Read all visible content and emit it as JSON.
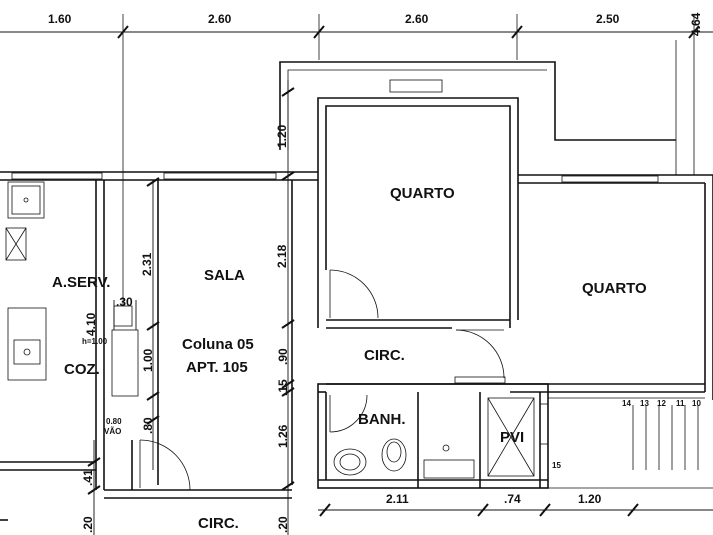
{
  "rooms": {
    "quarto_1": "QUARTO",
    "quarto_2": "QUARTO",
    "sala": "SALA",
    "aserv": "A.SERV.",
    "coz": "COZ.",
    "circ_inner": "CIRC.",
    "circ_bottom": "CIRC.",
    "banh": "BANH.",
    "pvi": "PVI"
  },
  "apartment": {
    "column": "Coluna 05",
    "unit": "APT. 105"
  },
  "top_dimensions": [
    "1.60",
    "2.60",
    "2.60",
    "2.50"
  ],
  "right_dimension": "4.64",
  "vertical_dimensions": {
    "d120": "1.20",
    "d218": "2.18",
    "d231": "2.31",
    "d410": "4.10",
    "d100": "1.00",
    "d90": ".90",
    "d15": ".15",
    "d126": "1.26",
    "d80": ".80",
    "d41": ".41",
    "d20a": ".20",
    "d20b": ".20"
  },
  "horizontal_dimensions": {
    "d30": ".30",
    "d211": "2.11",
    "d74": ".74",
    "d120b": "1.20"
  },
  "notes": {
    "h_note": "h=1.00",
    "door_width": "0.80",
    "door_label": "VÃO"
  },
  "stairs": {
    "steps": [
      "14",
      "13",
      "12",
      "11",
      "10"
    ],
    "landing": "15"
  }
}
